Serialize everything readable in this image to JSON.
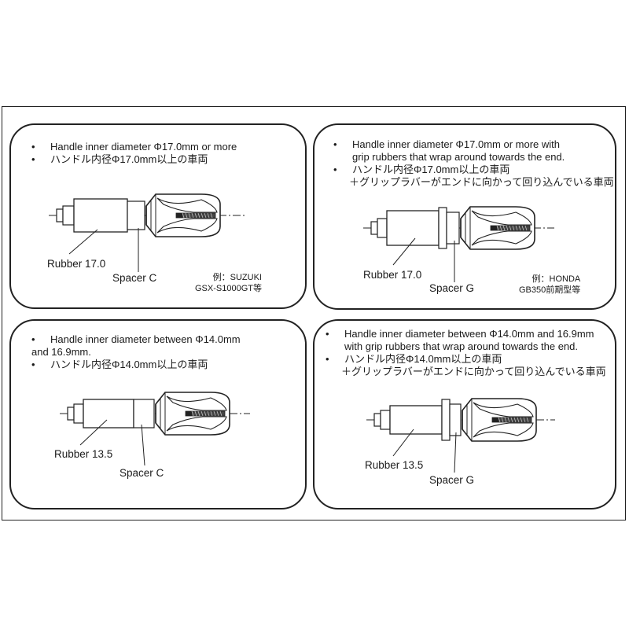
{
  "panels": [
    {
      "bullet1": "Handle inner diameter Φ17.0mm or more",
      "bullet2": "ハンドル内径Φ17.0mm以上の車両",
      "rubber_label": "Rubber 17.0",
      "spacer_label": "Spacer C",
      "example_line1": "例：SUZUKI",
      "example_line2": "GSX-S1000GT等"
    },
    {
      "bullet1_line1": "Handle inner diameter Φ17.0mm or more with",
      "bullet1_line2": "grip rubbers that wrap around towards the end.",
      "bullet2_line1": "ハンドル内径Φ17.0mm以上の車両",
      "bullet2_line2": "＋グリップラバーがエンドに向かって回り込んでいる車両",
      "rubber_label": "Rubber 17.0",
      "spacer_label": "Spacer G",
      "example_line1": "例：HONDA",
      "example_line2": "GB350前期型等"
    },
    {
      "bullet1_line1": "Handle inner diameter between Φ14.0mm",
      "bullet1_line2": "and 16.9mm.",
      "bullet2": "ハンドル内径Φ14.0mm以上の車両",
      "rubber_label": "Rubber 13.5",
      "spacer_label": "Spacer C"
    },
    {
      "bullet1_line1": "Handle inner diameter between Φ14.0mm and 16.9mm",
      "bullet1_line2": "with grip rubbers that wrap around towards the end.",
      "bullet2_line1": "ハンドル内径Φ14.0mm以上の車両",
      "bullet2_line2": "＋グリップラバーがエンドに向かって回り込んでいる車両",
      "rubber_label": "Rubber 13.5",
      "spacer_label": "Spacer G"
    }
  ],
  "colors": {
    "line": "#222222",
    "background": "#ffffff"
  }
}
